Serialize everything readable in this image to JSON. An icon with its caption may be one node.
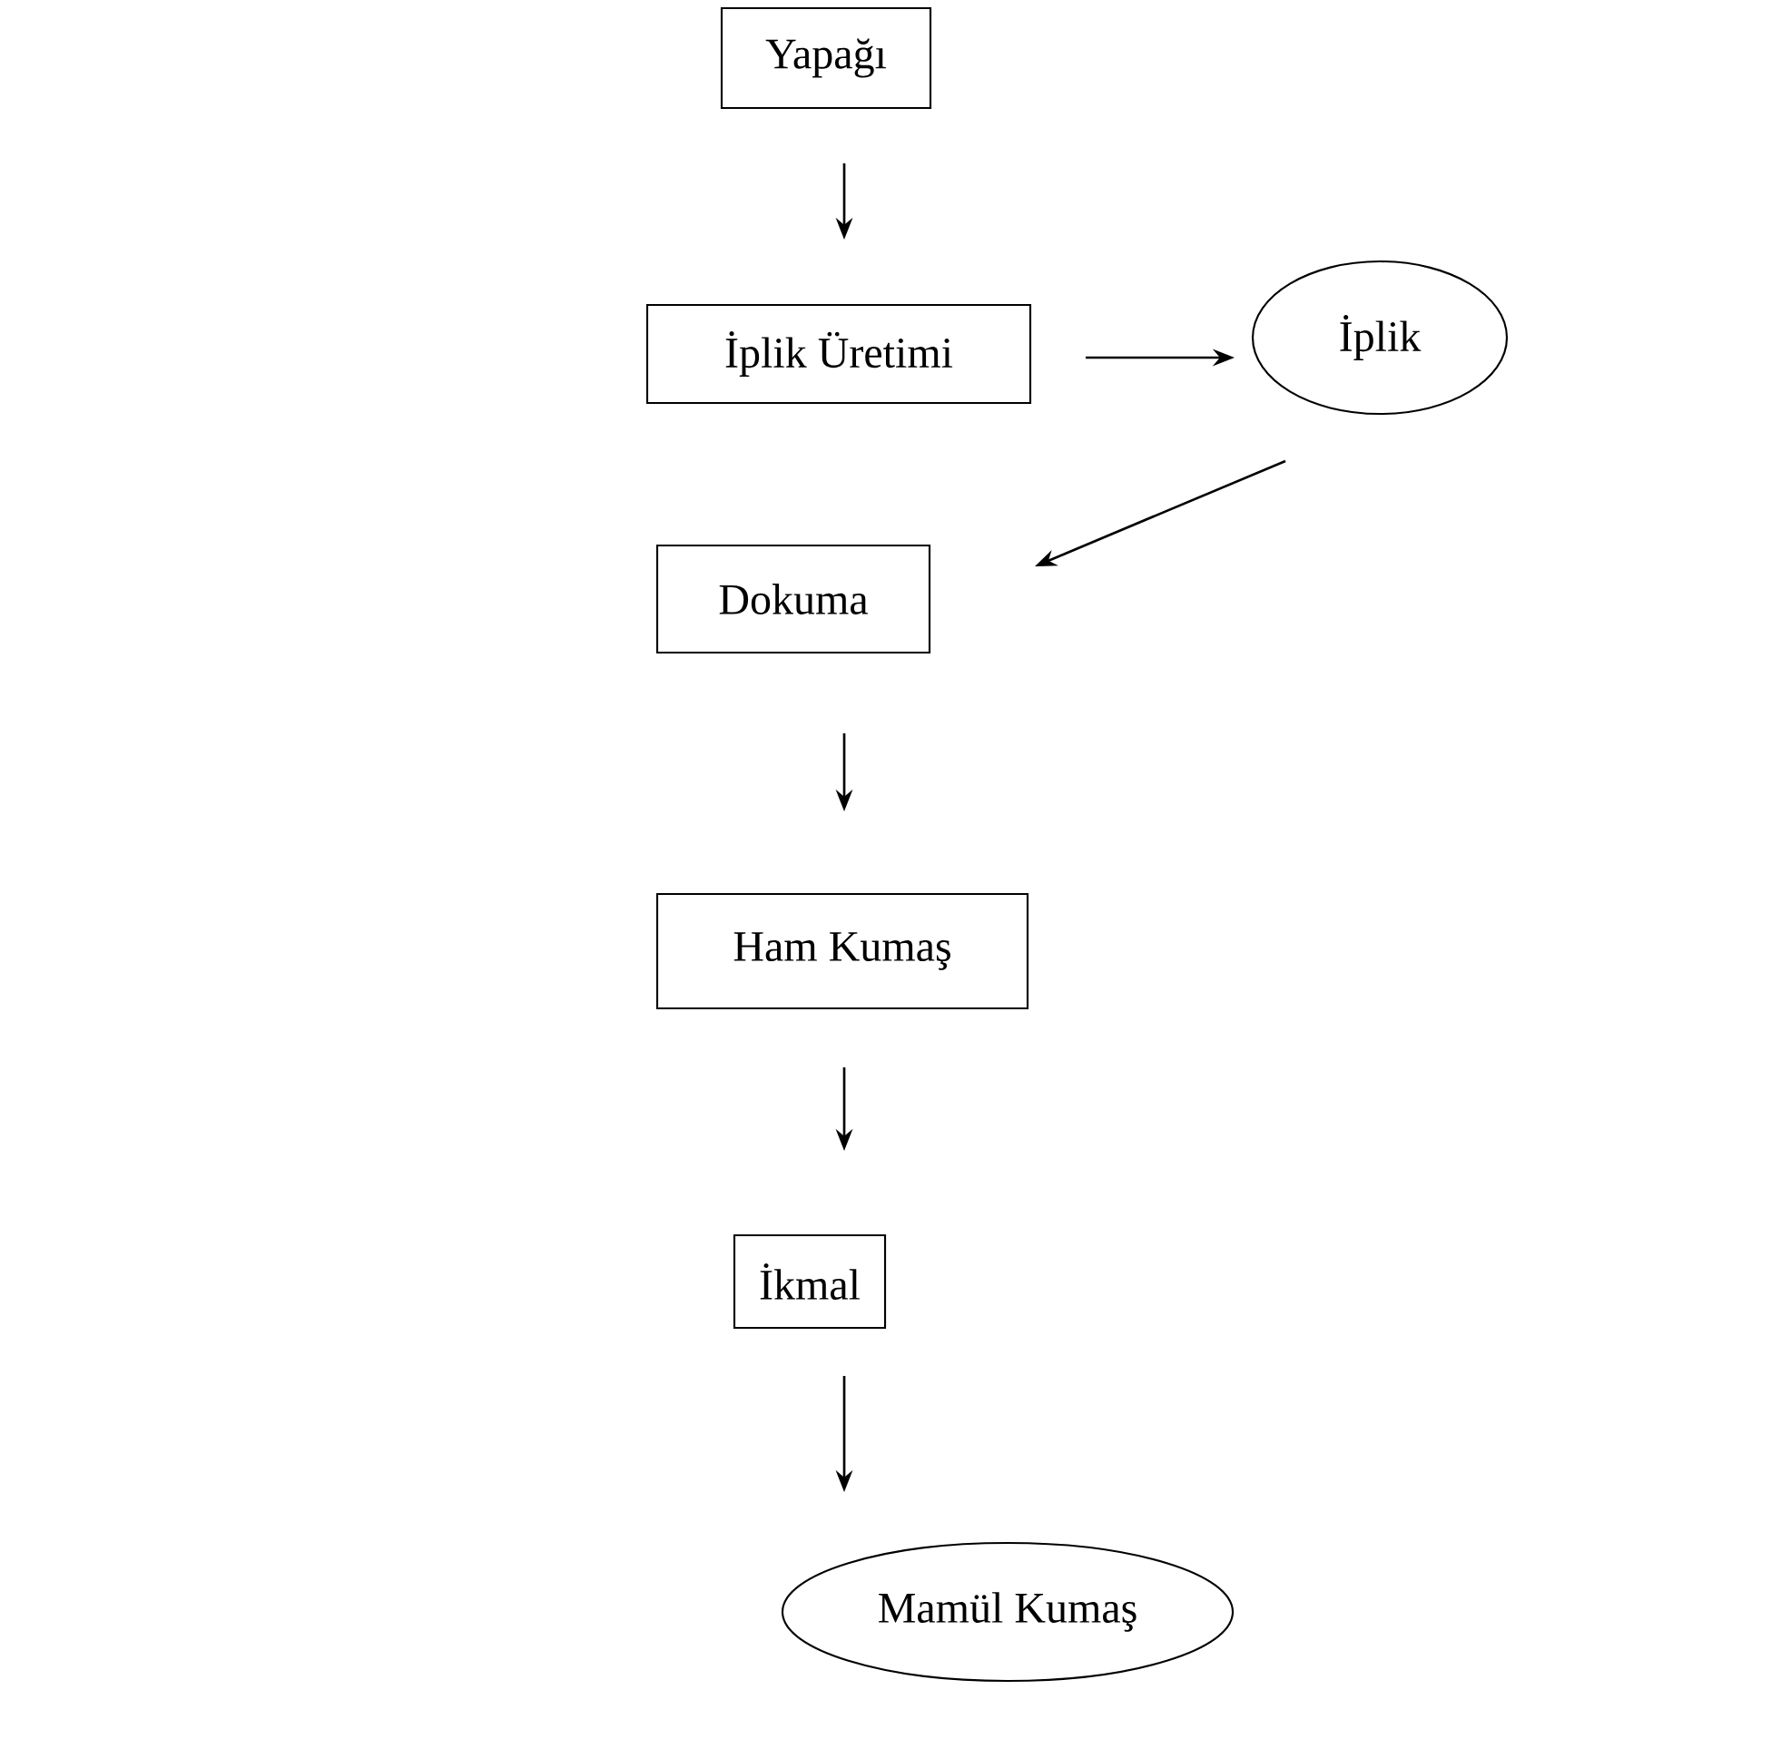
{
  "diagram": {
    "nodes": [
      {
        "text": [
          "Yapağı"
        ]
      },
      {
        "text": [
          "İplik Üretimi"
        ]
      },
      {
        "text": [
          "İplik"
        ]
      },
      {
        "text": [
          "Dokuma"
        ]
      },
      {
        "text": [
          "Ham Kumaş"
        ]
      },
      {
        "text": [
          "İkmal"
        ]
      },
      {
        "text": [
          "Mamül Kumaş"
        ]
      }
    ],
    "edges": [
      {
        "from": 0,
        "to": 1,
        "arrow": "to"
      },
      {
        "from": 1,
        "to": 2,
        "arrow": "to"
      },
      {
        "from": 2,
        "to": 3,
        "arrow": "to"
      },
      {
        "from": 3,
        "to": 4,
        "arrow": "to"
      },
      {
        "from": 4,
        "to": 5,
        "arrow": "to"
      },
      {
        "from": 5,
        "to": 6,
        "arrow": "to"
      }
    ]
  }
}
